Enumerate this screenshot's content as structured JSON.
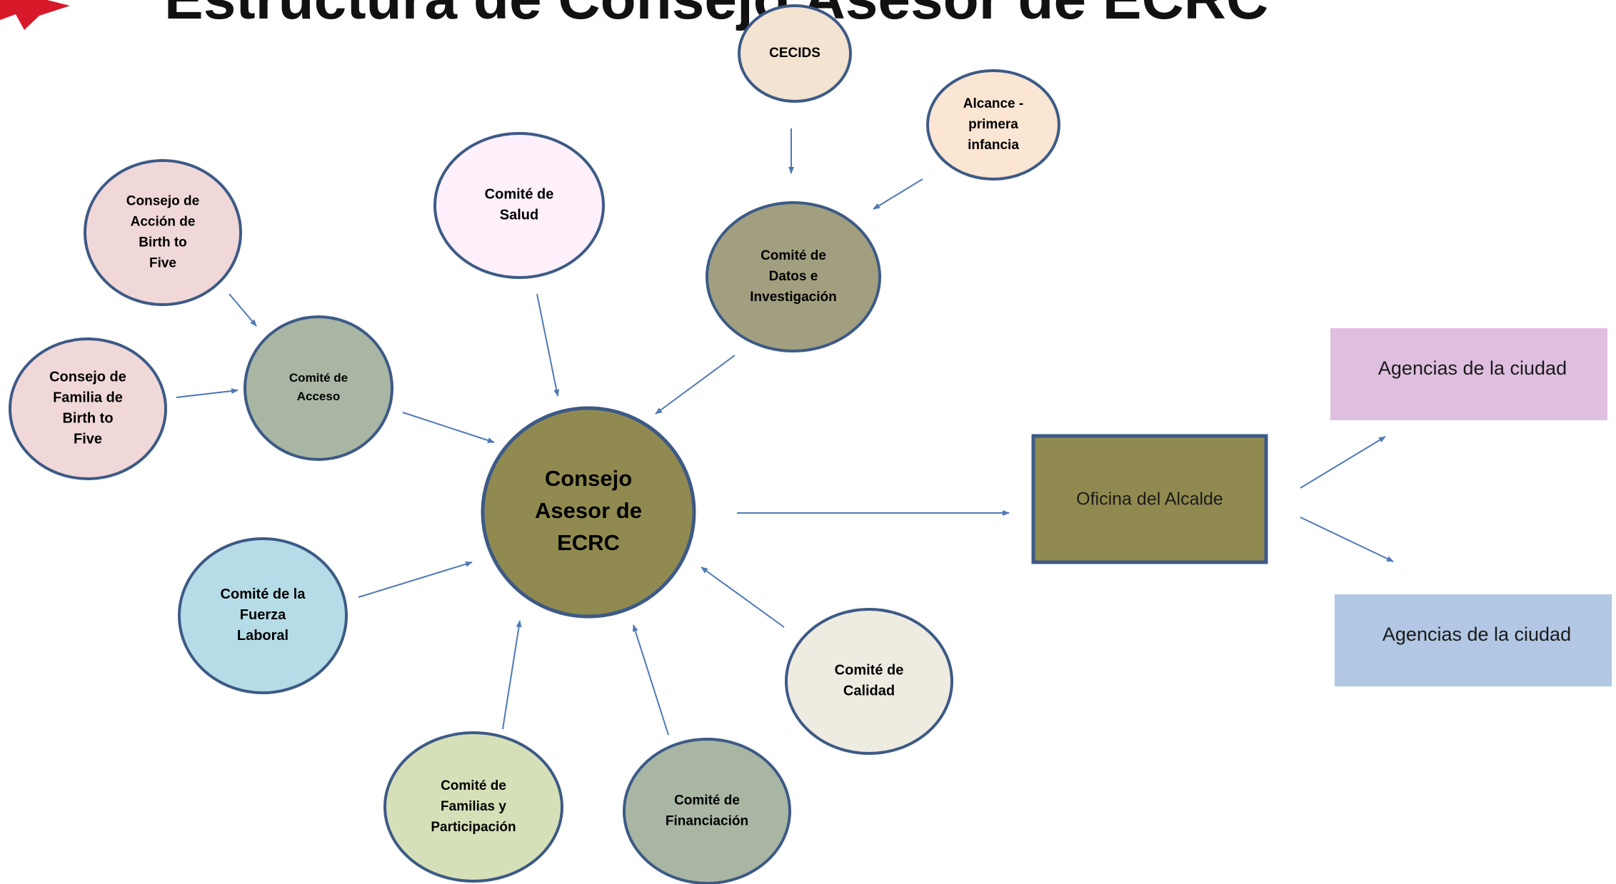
{
  "header": {
    "title": "Estructura de Consejo Asesor de ECRC",
    "logo_color": "#d7192a"
  },
  "center": {
    "label": "Consejo Asesor de ECRC",
    "color": "#918a50"
  },
  "nodes": [
    {
      "id": "cecids",
      "label": "CECIDS",
      "color": "#f3e3d1"
    },
    {
      "id": "alcance",
      "label": "Alcance - primera infancia",
      "color": "#fbe5d3"
    },
    {
      "id": "salud",
      "label": "Comité de Salud",
      "color": "#fdf0fa"
    },
    {
      "id": "datos",
      "label": "Comité de Datos e Investigación",
      "color": "#a29f80"
    },
    {
      "id": "accion_b5",
      "label": "Consejo de Acción de Birth to Five",
      "color": "#f1d8d8"
    },
    {
      "id": "familia_b5",
      "label": "Consejo de Familia de Birth to Five",
      "color": "#f1d8d8"
    },
    {
      "id": "acceso",
      "label": "Comité de Acceso",
      "color": "#a8b6a3"
    },
    {
      "id": "fuerza",
      "label": "Comité de la Fuerza Laboral",
      "color": "#b6dce7"
    },
    {
      "id": "familias",
      "label": "Comité de Familias y Participación",
      "color": "#d6e0b8"
    },
    {
      "id": "financiacion",
      "label": "Comité de Financiación",
      "color": "#a8b6a3"
    },
    {
      "id": "calidad",
      "label": "Comité de Calidad",
      "color": "#eeebe0"
    }
  ],
  "oficina": {
    "label": "Oficina del Alcalde",
    "color": "#918a50"
  },
  "agencies": [
    {
      "id": "agencias_1",
      "label": "Agencias de la ciudad",
      "color": "#dfbfe0"
    },
    {
      "id": "agencias_2",
      "label": "Agencias de la ciudad",
      "color": "#b1c7e3"
    }
  ],
  "style": {
    "stroke": "#3d5a86",
    "arrow": "#4f78b5"
  }
}
